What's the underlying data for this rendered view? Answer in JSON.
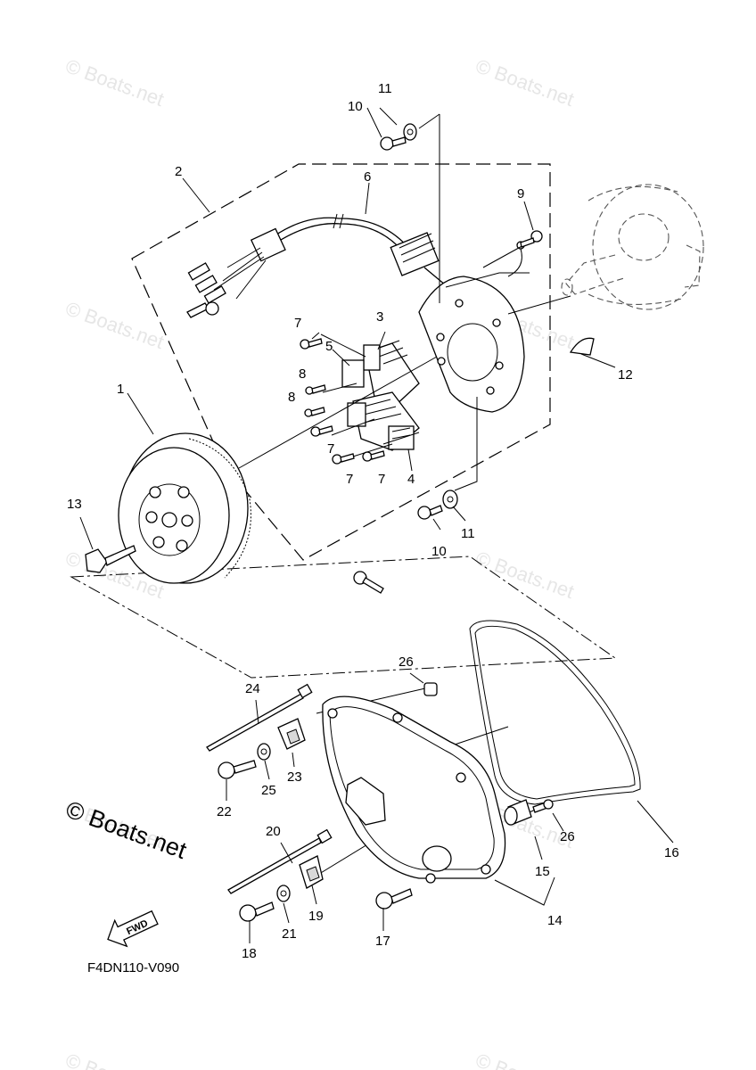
{
  "watermarks": [
    "© Boats.net",
    "© Boats.net",
    "© Boats.net",
    "© Boats.net",
    "© Boats.net",
    "© Boats.net",
    "© Boats.net",
    "© Boats.net",
    "© Boats.net",
    "© Boats.net"
  ],
  "copyright": "© Boats.net",
  "drawing_code": "F4DN110-V090",
  "fwd_label": "FWD",
  "callouts": {
    "c1": "1",
    "c2": "2",
    "c3": "3",
    "c4": "4",
    "c5": "5",
    "c6": "6",
    "c7a": "7",
    "c7b": "7",
    "c7c": "7",
    "c7d": "7",
    "c8a": "8",
    "c8b": "8",
    "c9": "9",
    "c10a": "10",
    "c10b": "10",
    "c11a": "11",
    "c11b": "11",
    "c12": "12",
    "c13": "13",
    "c14": "14",
    "c15": "15",
    "c16": "16",
    "c17": "17",
    "c18": "18",
    "c19": "19",
    "c20": "20",
    "c21": "21",
    "c22": "22",
    "c23": "23",
    "c24": "24",
    "c25": "25",
    "c26a": "26",
    "c26b": "26"
  }
}
